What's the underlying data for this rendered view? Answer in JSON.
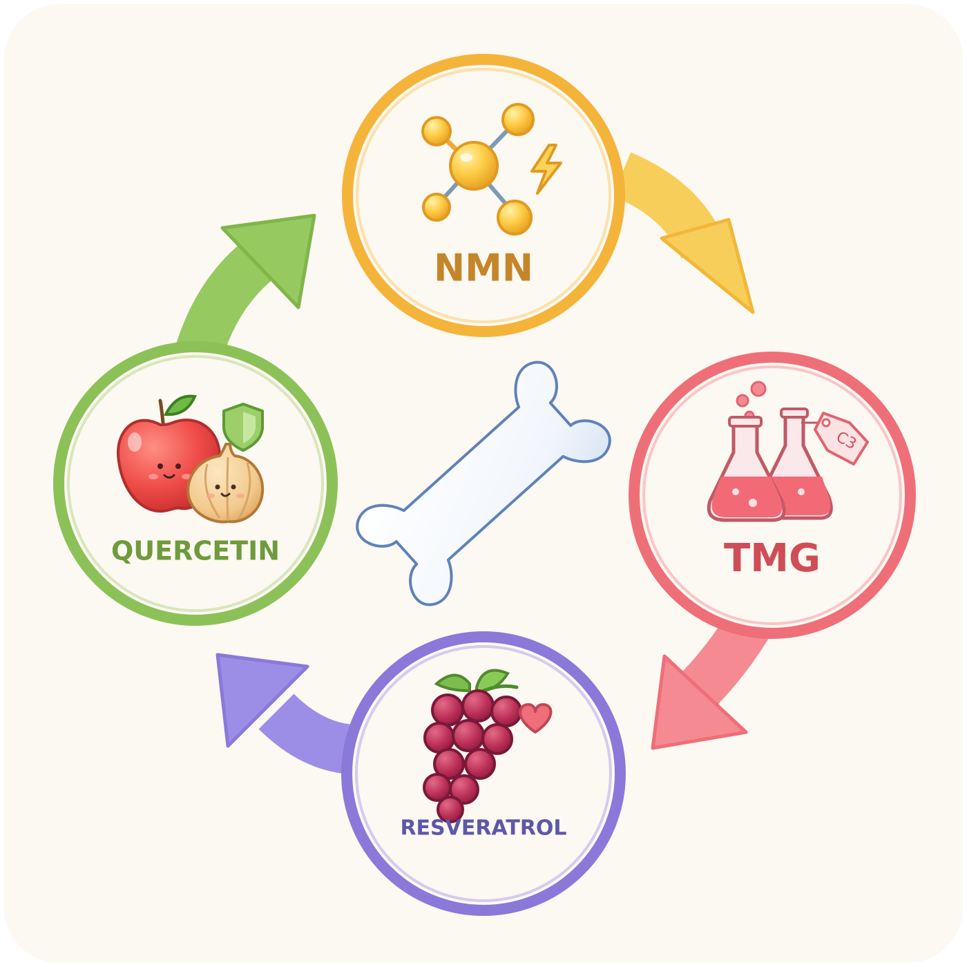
{
  "diagram": {
    "center_icon": "bone-icon",
    "nodes": [
      {
        "id": "nmn",
        "label": "NMN",
        "color": "#F4B43A",
        "text_color": "#C4862A",
        "icon": "molecule-lightning-icon"
      },
      {
        "id": "tmg",
        "label": "TMG",
        "color": "#EE6F78",
        "text_color": "#CF4D56",
        "icon": "flasks-tag-icon",
        "tag_text": "C3"
      },
      {
        "id": "resveratrol",
        "label": "RESVERATROL",
        "color": "#8A79D8",
        "text_color": "#5D57A8",
        "icon": "grapes-heart-icon"
      },
      {
        "id": "quercetin",
        "label": "QUERCETIN",
        "color": "#8CC158",
        "text_color": "#6E9B3D",
        "icon": "apple-onion-shield-icon"
      }
    ],
    "arrows": [
      {
        "from": "nmn",
        "to": "tmg",
        "color": "#F8CE5A"
      },
      {
        "from": "tmg",
        "to": "resveratrol",
        "color": "#F58A93"
      },
      {
        "from": "resveratrol",
        "to": "quercetin",
        "color": "#9C8EE6"
      },
      {
        "from": "quercetin",
        "to": "nmn",
        "color": "#96C960"
      }
    ],
    "colors": {
      "background": "#FCF8F2",
      "frame": "#ffffff"
    }
  }
}
